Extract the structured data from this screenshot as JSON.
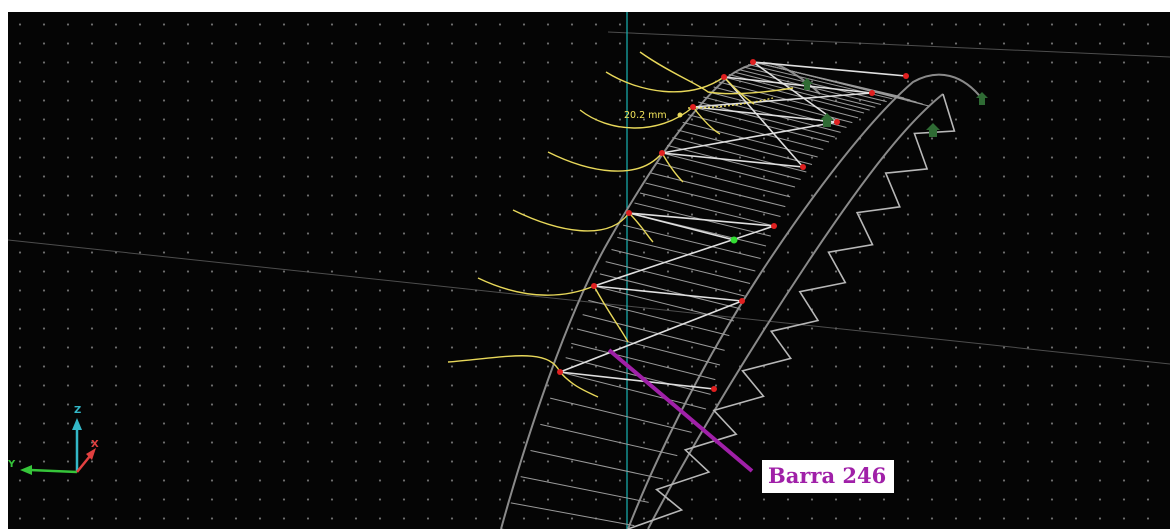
{
  "viewport": {
    "background": "#050505",
    "grid_dot_color": "#6e6e6e",
    "colors": {
      "structure": "#8a8a8a",
      "bracing": "#d8d8d8",
      "load_diagram": "#e8d85a",
      "node": "#e02020",
      "selected_node": "#33dd33",
      "support": "#2f6b34",
      "section_line": "#19b5b5",
      "callout_line": "#a020a8"
    }
  },
  "dimension": {
    "label": "20.2 mm"
  },
  "callout": {
    "label": "Barra 246"
  },
  "axes": {
    "z_label": "Z",
    "y_label": "Y",
    "x_label": "X",
    "colors": {
      "z": "#33b8c8",
      "y": "#36c53a",
      "x": "#e24040"
    }
  }
}
